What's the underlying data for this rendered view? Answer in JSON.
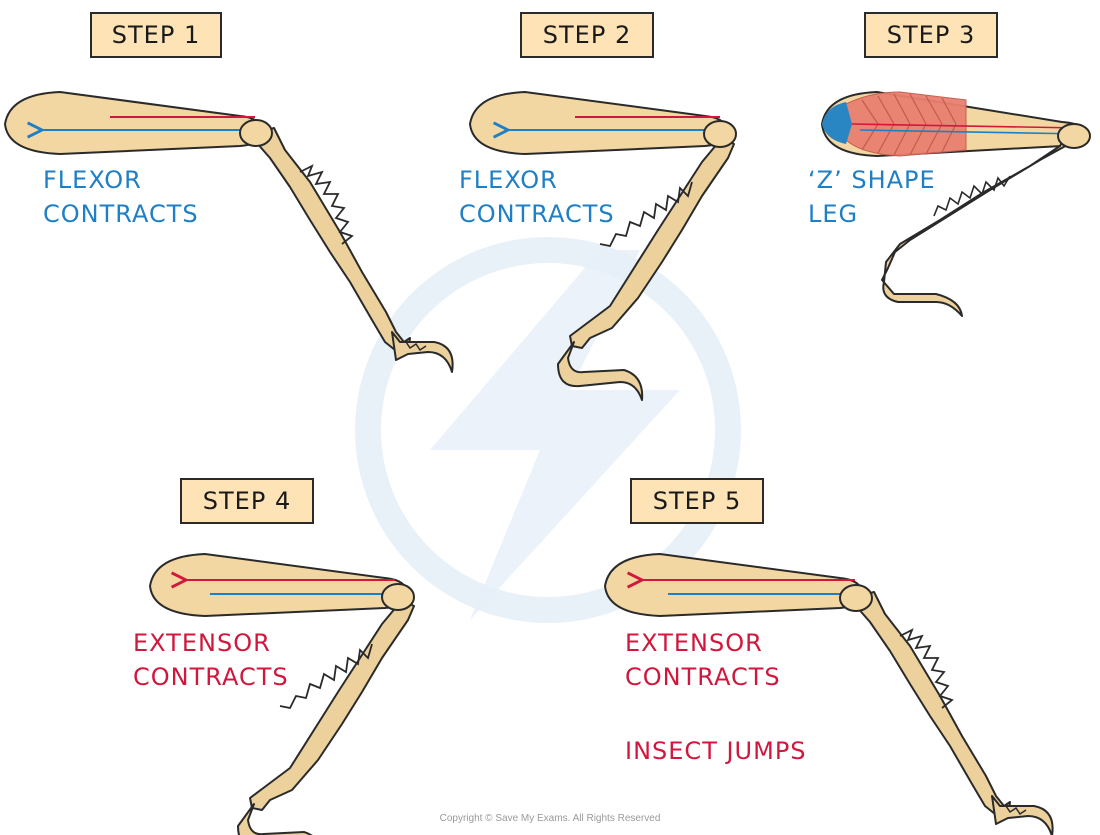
{
  "colors": {
    "femur_fill": "#f3d7a2",
    "leg_fill": "#ecd19c",
    "outline": "#2a2a2a",
    "flexor": "#1f7fc4",
    "extensor": "#d1173d",
    "muscle": "#e98070",
    "muscle_blue": "#2a86c3",
    "step_box": "#fde3b5"
  },
  "steps": [
    {
      "label": "STEP  1",
      "text": [
        "FLEXOR",
        "CONTRACTS"
      ],
      "text_color": "flexor"
    },
    {
      "label": "STEP  2",
      "text": [
        "FLEXOR",
        "CONTRACTS"
      ],
      "text_color": "flexor"
    },
    {
      "label": "STEP  3",
      "text": [
        "‘Z’ SHAPE",
        "LEG"
      ],
      "text_color": "flexor"
    },
    {
      "label": "STEP  4",
      "text": [
        "EXTENSOR",
        "CONTRACTS"
      ],
      "text_color": "extensor"
    },
    {
      "label": "STEP  5",
      "text": [
        "EXTENSOR",
        "CONTRACTS"
      ],
      "extra_text": "INSECT  JUMPS",
      "text_color": "extensor"
    }
  ],
  "copyright": "Copyright © Save My Exams. All Rights Reserved"
}
